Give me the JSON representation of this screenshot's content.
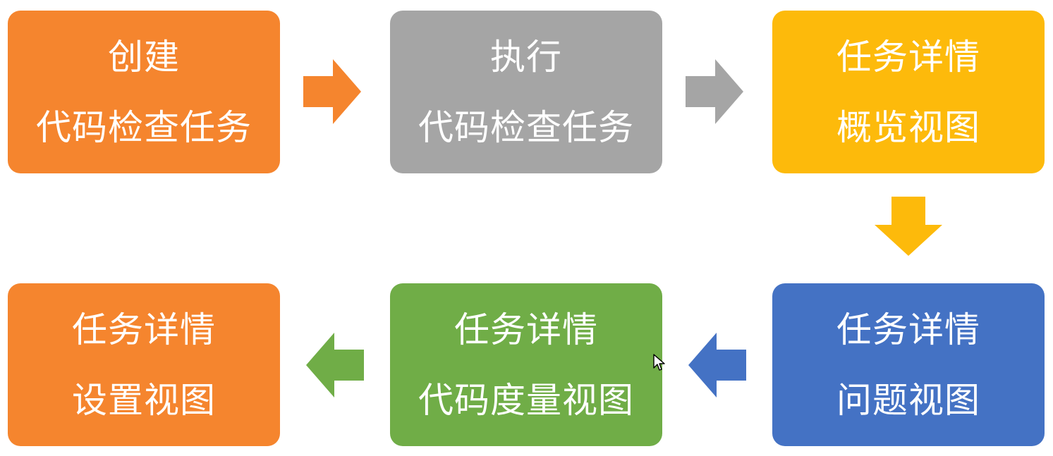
{
  "diagram": {
    "steps": [
      {
        "line1": "创建",
        "line2": "代码检查任务",
        "color": "#F5852E"
      },
      {
        "line1": "执行",
        "line2": "代码检查任务",
        "color": "#A5A5A5"
      },
      {
        "line1": "任务详情",
        "line2": "概览视图",
        "color": "#FDBA0B"
      },
      {
        "line1": "任务详情",
        "line2": "问题视图",
        "color": "#4472C4"
      },
      {
        "line1": "任务详情",
        "line2": "代码度量视图",
        "color": "#70AD47"
      },
      {
        "line1": "任务详情",
        "line2": "设置视图",
        "color": "#F5852E"
      }
    ],
    "arrows": [
      {
        "from": 1,
        "to": 2,
        "direction": "right",
        "color": "#F5852E"
      },
      {
        "from": 2,
        "to": 3,
        "direction": "right",
        "color": "#A5A5A5"
      },
      {
        "from": 3,
        "to": 4,
        "direction": "down",
        "color": "#FDBA0B"
      },
      {
        "from": 4,
        "to": 5,
        "direction": "left",
        "color": "#4472C4"
      },
      {
        "from": 5,
        "to": 6,
        "direction": "left",
        "color": "#70AD47"
      }
    ]
  }
}
